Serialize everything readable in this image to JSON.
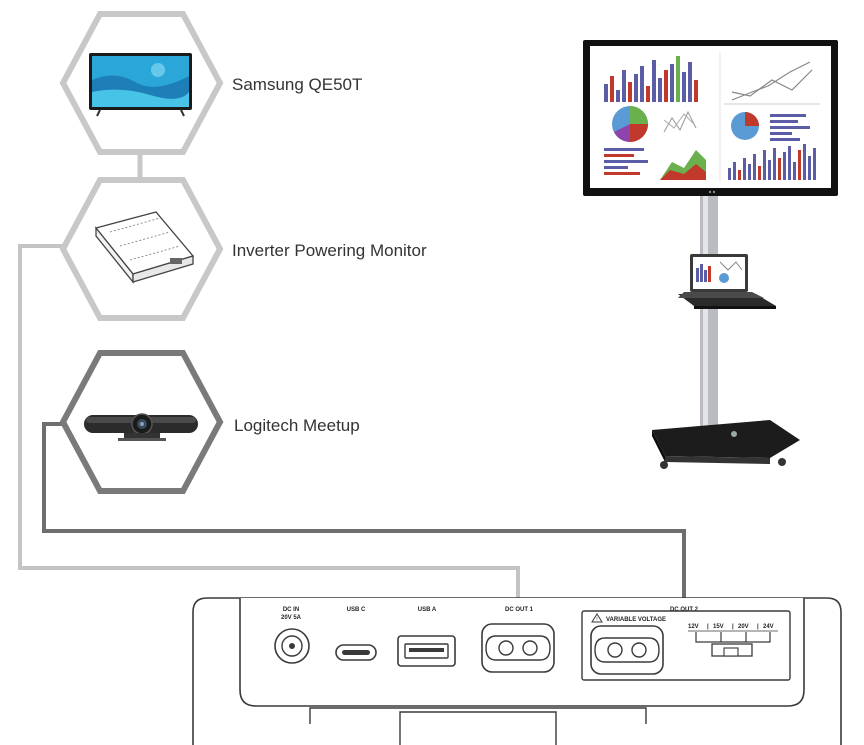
{
  "devices": [
    {
      "label": "Samsung QE50T",
      "icon": "tv-icon"
    },
    {
      "label": "Inverter Powering Monitor",
      "icon": "inverter-icon"
    },
    {
      "label": "Logitech Meetup",
      "icon": "conference-camera-icon"
    }
  ],
  "power_station": {
    "ports": [
      {
        "label_line1": "DC IN",
        "label_line2": "20V 5A",
        "icon": "dc-in-port-icon"
      },
      {
        "label_line1": "USB C",
        "label_line2": "",
        "icon": "usb-c-port-icon"
      },
      {
        "label_line1": "USB A",
        "label_line2": "",
        "icon": "usb-a-port-icon"
      },
      {
        "label_line1": "DC OUT 1",
        "label_line2": "",
        "icon": "dc-out-port-icon"
      },
      {
        "label_line1": "DC OUT 2",
        "label_line2": "",
        "icon": "dc-out-port-icon"
      }
    ],
    "variable_voltage_label": "VARIABLE VOLTAGE",
    "voltage_options": [
      "12V",
      "15V",
      "20V",
      "24V"
    ]
  },
  "colors": {
    "hexagon_light": "#c8c8c8",
    "hexagon_dark": "#7a7a7a",
    "cable_light": "#c4c4c4",
    "cable_dark": "#6e6e6e",
    "outline": "#3a3a3a"
  },
  "illustration": {
    "icon": "monitor-on-stand-icon"
  }
}
